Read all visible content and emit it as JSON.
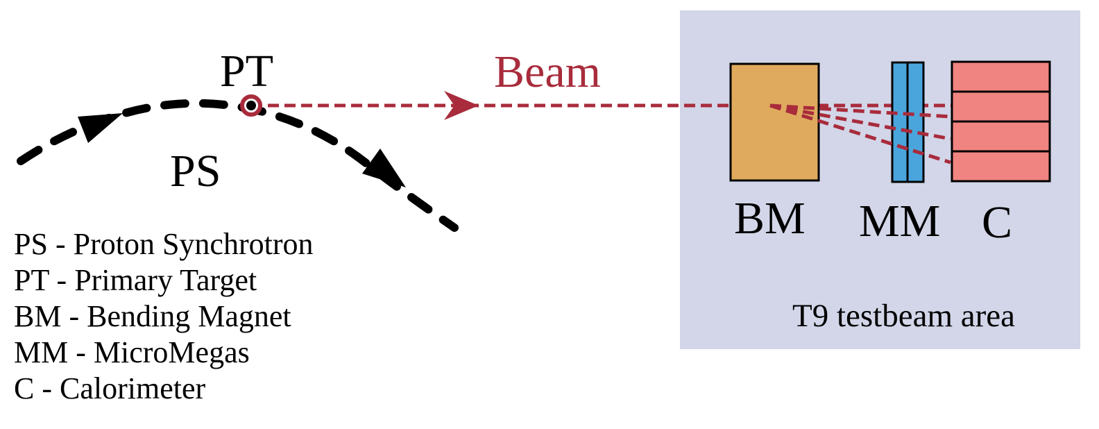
{
  "labels": {
    "pt": "PT",
    "ps": "PS",
    "beam": "Beam",
    "bm": "BM",
    "mm": "MM",
    "c": "C",
    "area": "T9 testbeam area"
  },
  "legend": [
    "PS - Proton Synchrotron",
    "PT - Primary Target",
    "BM - Bending Magnet",
    "MM - MicroMegas",
    "C - Calorimeter"
  ],
  "colors": {
    "beam": "#a82c3c",
    "area_background": "#d2d6e8",
    "bending_magnet": "#e0aa5e",
    "micromegas": "#4aa5dc",
    "calorimeter": "#f08480",
    "ring": "#000000"
  }
}
